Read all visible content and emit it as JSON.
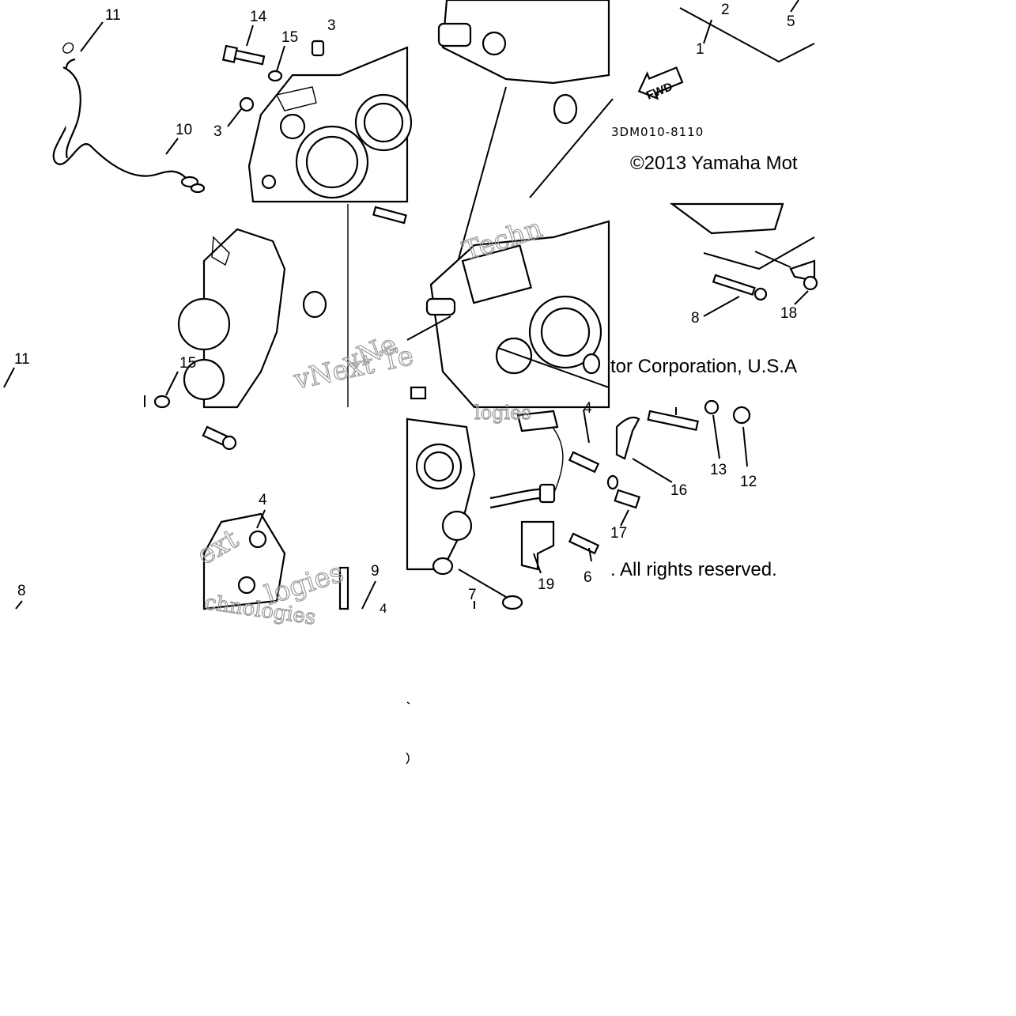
{
  "diagram": {
    "part_code": "3DM010-8110",
    "fwd_label": "FWD",
    "copyright_parts": [
      "©2013 Yamaha Mot",
      "tor Corporation, U.S.A",
      ". All rights reserved."
    ],
    "watermarks": [
      "Techn",
      "vNext Te",
      "vNe",
      "ext",
      "chnologies",
      "logies"
    ],
    "callouts": [
      "11",
      "14",
      "15",
      "3",
      "2",
      "5",
      "1",
      "10",
      "3",
      "8",
      "18",
      "11",
      "15",
      "13",
      "12",
      "16",
      "4",
      "17",
      "9",
      "4",
      "19",
      "6",
      "7",
      "8",
      "4"
    ]
  }
}
